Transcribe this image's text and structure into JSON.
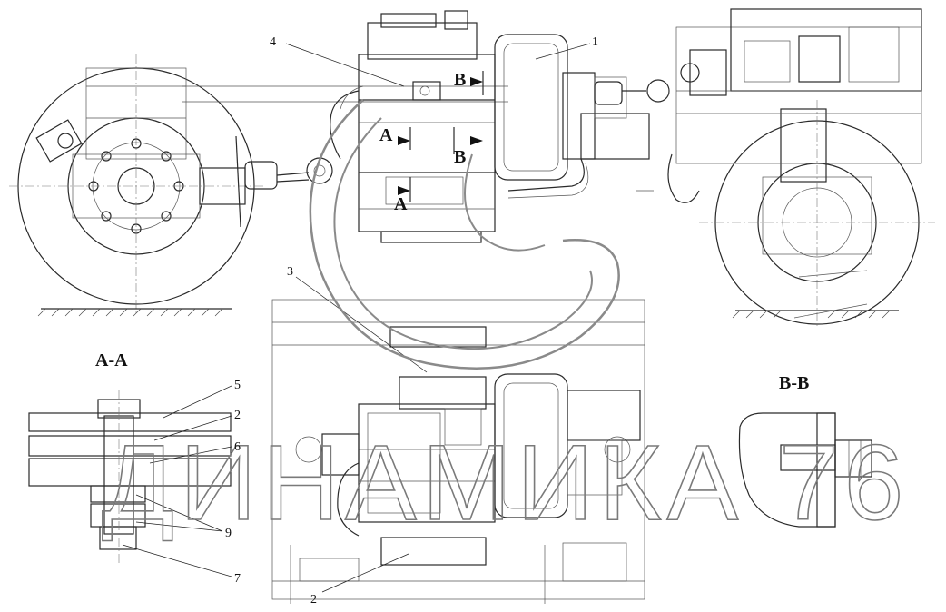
{
  "callouts": {
    "top_1": "1",
    "top_4": "4",
    "center_3": "3",
    "center_2": "2",
    "aa_5": "5",
    "aa_2": "2",
    "aa_6": "6",
    "aa_9": "9",
    "aa_7": "7"
  },
  "section_markers": {
    "a_upper": "A",
    "a_lower": "A",
    "b_upper": "B",
    "b_lower": "B"
  },
  "section_titles": {
    "aa": "A-A",
    "bb": "B-B"
  },
  "watermark": "ДИНАМИКА 76"
}
